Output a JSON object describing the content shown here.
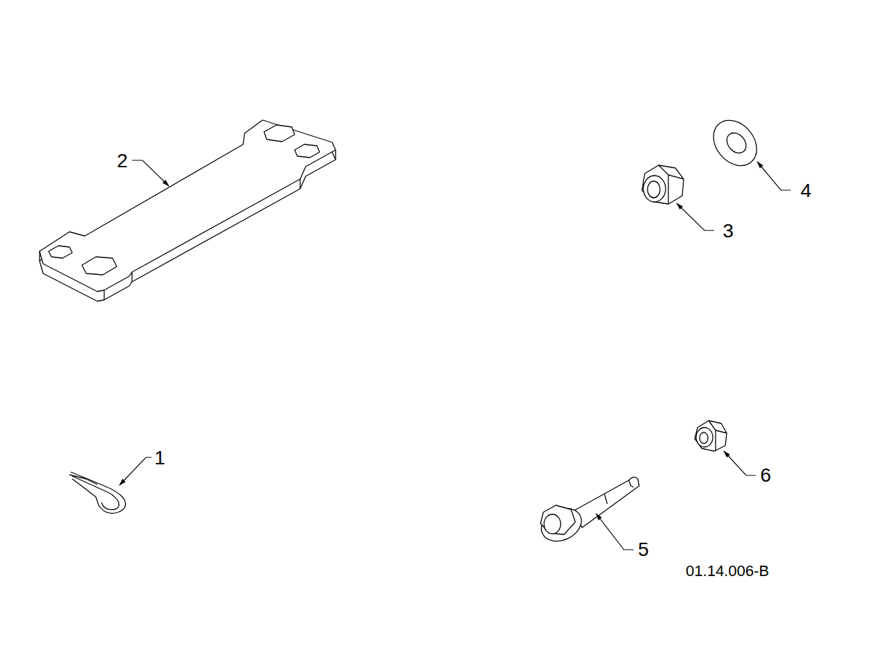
{
  "diagram": {
    "labels": [
      "2",
      "4",
      "3",
      "1",
      "6",
      "5",
      "01.14.006-B"
    ]
  }
}
